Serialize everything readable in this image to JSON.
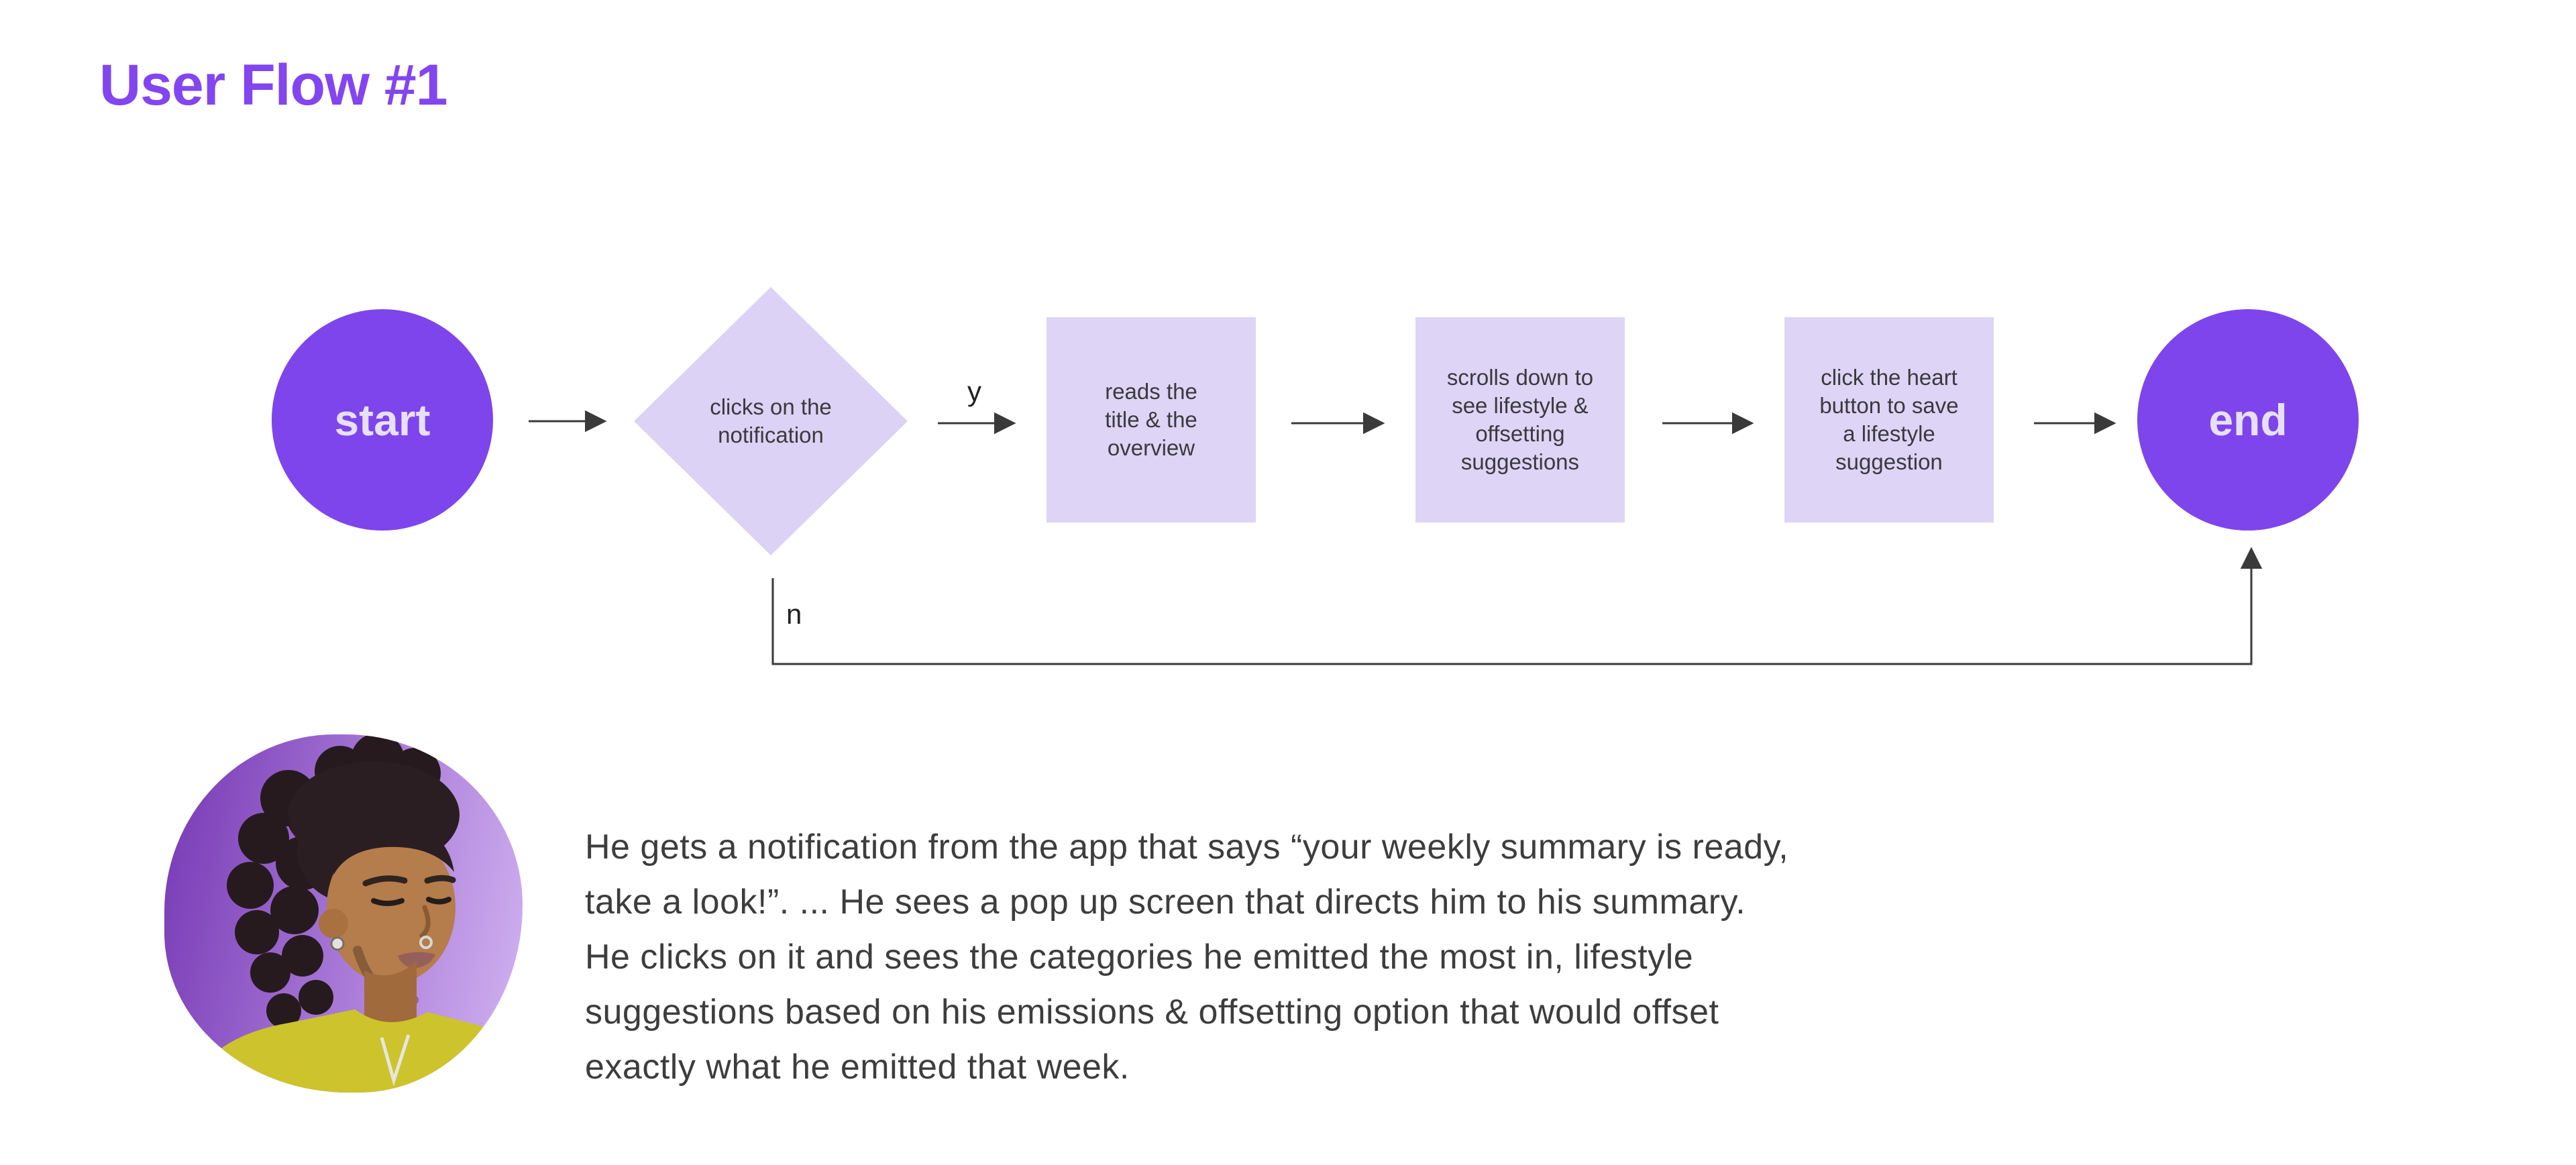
{
  "page": {
    "title": "User Flow #1"
  },
  "colors": {
    "brand_purple": "#7E45EC",
    "title_purple": "#8345F0",
    "lavender_fill": "#DDD4F6",
    "node_text": "#3A3A3C",
    "connector": "#3A3A3A",
    "terminator_text": "#E7E0F9"
  },
  "flow": {
    "nodes": [
      {
        "id": "start",
        "type": "terminator",
        "label": "start"
      },
      {
        "id": "decision",
        "type": "decision",
        "label": "clicks on the\nnotification"
      },
      {
        "id": "step-1",
        "type": "process",
        "label": "reads the\ntitle & the\noverview"
      },
      {
        "id": "step-2",
        "type": "process",
        "label": "scrolls down to\nsee lifestyle &\noffsetting\nsuggestions"
      },
      {
        "id": "step-3",
        "type": "process",
        "label": "click the heart\nbutton to save\na lifestyle\nsuggestion"
      },
      {
        "id": "end",
        "type": "terminator",
        "label": "end"
      }
    ],
    "branch_labels": {
      "yes": "y",
      "no": "n"
    }
  },
  "persona": {
    "description": "He gets a notification from the app that says “your weekly summary is ready,\ntake a look!”. ... He sees a pop up screen that directs him to his summary.\nHe clicks on it and sees the categories he emitted the most in, lifestyle\nsuggestions based on his emissions & offsetting option that would offset\nexactly what he emitted that week."
  }
}
